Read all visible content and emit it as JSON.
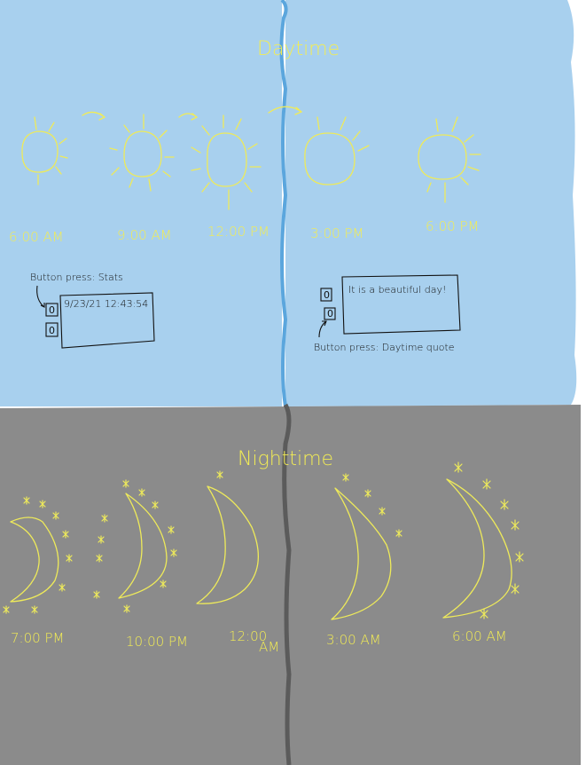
{
  "day": {
    "title": "Daytime",
    "suns": [
      {
        "id": "sun-1",
        "time": "6:00 AM"
      },
      {
        "id": "sun-2",
        "time": "9:00 AM"
      },
      {
        "id": "sun-3",
        "time": "12:00 PM"
      },
      {
        "id": "sun-4",
        "time": "3:00 PM"
      },
      {
        "id": "sun-5",
        "time": "6:00 PM"
      }
    ],
    "stats_caption": "Button press: Stats",
    "stats_text": "9/23/21  12:43:54",
    "quote_caption": "Button press: Daytime quote",
    "quote_text": "It is a beautiful day!",
    "button_glyph": "0"
  },
  "night": {
    "title": "Nighttime",
    "moons": [
      {
        "id": "moon-1",
        "time": "7:00 PM"
      },
      {
        "id": "moon-2",
        "time": "10:00 PM"
      },
      {
        "id": "moon-3",
        "time": "12:00",
        "suffix": "AM"
      },
      {
        "id": "moon-4",
        "time": "3:00 AM"
      },
      {
        "id": "moon-5",
        "time": "6:00 AM"
      }
    ]
  },
  "colors": {
    "sky": "#a8d0ee",
    "night": "#8b8b8b",
    "ink": "#eeea5a",
    "divider": "#5ba6dd"
  }
}
